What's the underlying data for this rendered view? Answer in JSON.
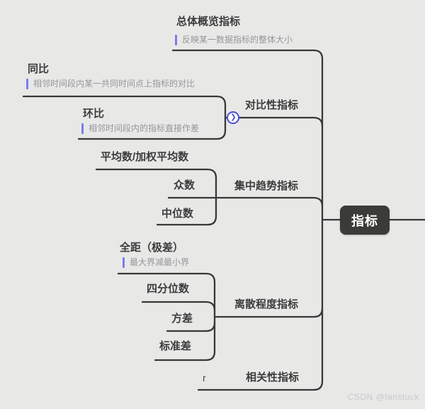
{
  "root": {
    "label": "指标"
  },
  "branches": [
    {
      "label": "总体概览指标",
      "note": "反映某一数据指标的整体大小",
      "children": []
    },
    {
      "label": "对比性指标",
      "children": [
        {
          "label": "同比",
          "note": "相邻时间段内某一共同时间点上指标的对比"
        },
        {
          "label": "环比",
          "note": "相邻时间段内的指标直接作差"
        }
      ]
    },
    {
      "label": "集中趋势指标",
      "children": [
        {
          "label": "平均数/加权平均数"
        },
        {
          "label": "众数"
        },
        {
          "label": "中位数"
        }
      ]
    },
    {
      "label": "离散程度指标",
      "children": [
        {
          "label": "全距（极差）",
          "note": "最大界减最小界"
        },
        {
          "label": "四分位数"
        },
        {
          "label": "方差"
        },
        {
          "label": "标准差"
        }
      ]
    },
    {
      "label": "相关性指标",
      "children": [
        {
          "label": "r"
        }
      ]
    }
  ],
  "icons": {
    "expand_icon": "❯"
  },
  "colors": {
    "background": "#e8e8e7",
    "line": "#383838",
    "accent_purple": "#7a7df0",
    "toggle_ring": "#4b4ed6",
    "root_fill": "#3b3b37",
    "note_text": "#96969b"
  },
  "watermark": "CSDN @fanstuck"
}
